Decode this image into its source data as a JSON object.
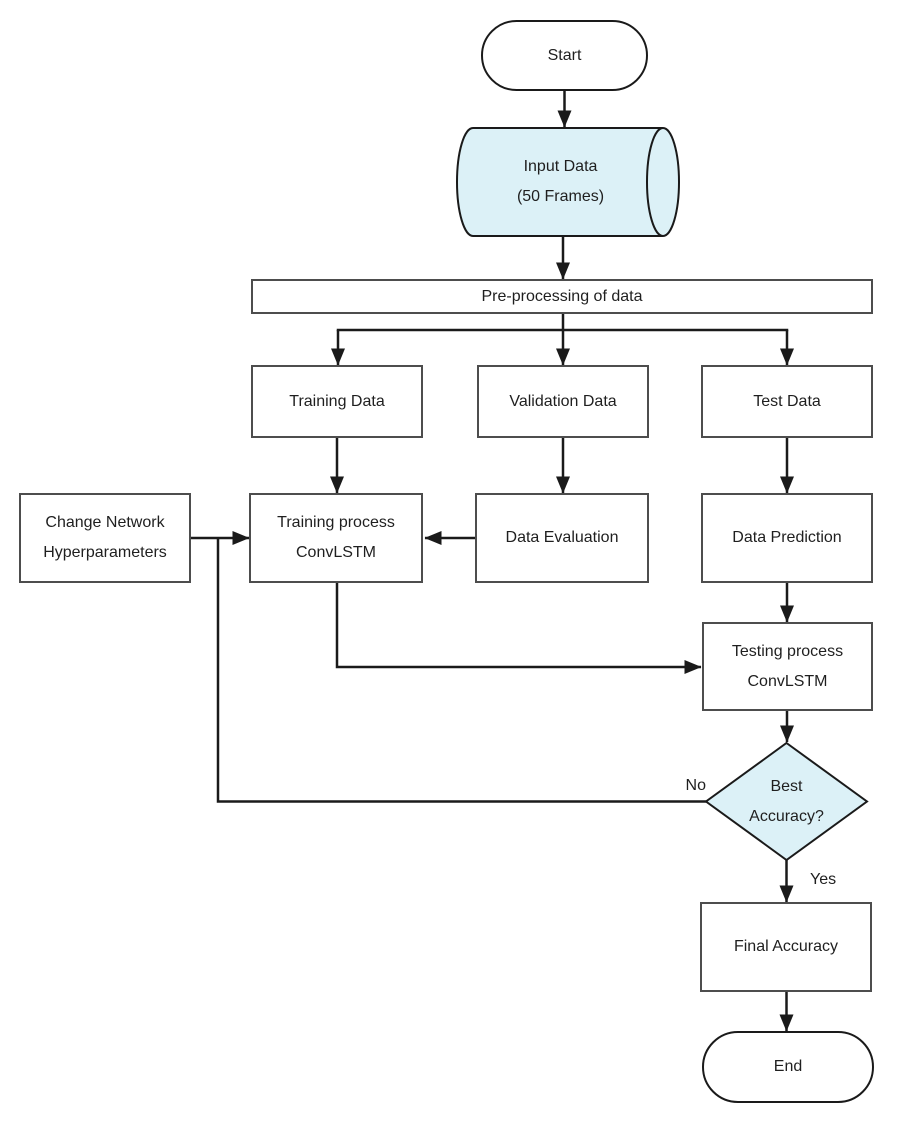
{
  "diagram_type": "flowchart",
  "nodes": {
    "start": {
      "label": "Start",
      "shape": "terminator"
    },
    "input_data": {
      "line1": "Input Data",
      "line2": "(50 Frames)",
      "shape": "cylinder",
      "fill": "#dcf1f7"
    },
    "preprocessing": {
      "label": "Pre-processing of data",
      "shape": "process"
    },
    "training_data": {
      "label": "Training Data",
      "shape": "process"
    },
    "validation_data": {
      "label": "Validation Data",
      "shape": "process"
    },
    "test_data": {
      "label": "Test Data",
      "shape": "process"
    },
    "change_network": {
      "line1": "Change Network",
      "line2": "Hyperparameters",
      "shape": "process"
    },
    "training_process": {
      "line1": "Training process",
      "line2": "ConvLSTM",
      "shape": "process"
    },
    "data_evaluation": {
      "label": "Data Evaluation",
      "shape": "process"
    },
    "data_prediction": {
      "label": "Data Prediction",
      "shape": "process"
    },
    "testing_process": {
      "line1": "Testing process",
      "line2": "ConvLSTM",
      "shape": "process"
    },
    "best_accuracy": {
      "line1": "Best",
      "line2": "Accuracy?",
      "shape": "decision",
      "fill": "#dcf1f7"
    },
    "final_accuracy": {
      "label": "Final Accuracy",
      "shape": "process"
    },
    "end": {
      "label": "End",
      "shape": "terminator"
    }
  },
  "edge_labels": {
    "no": "No",
    "yes": "Yes"
  },
  "colors": {
    "background": "#ffffff",
    "connector": "#1a1a1a",
    "box_border": "#4d4d4d",
    "accent_fill": "#dcf1f7",
    "text": "#1f1f1f"
  }
}
